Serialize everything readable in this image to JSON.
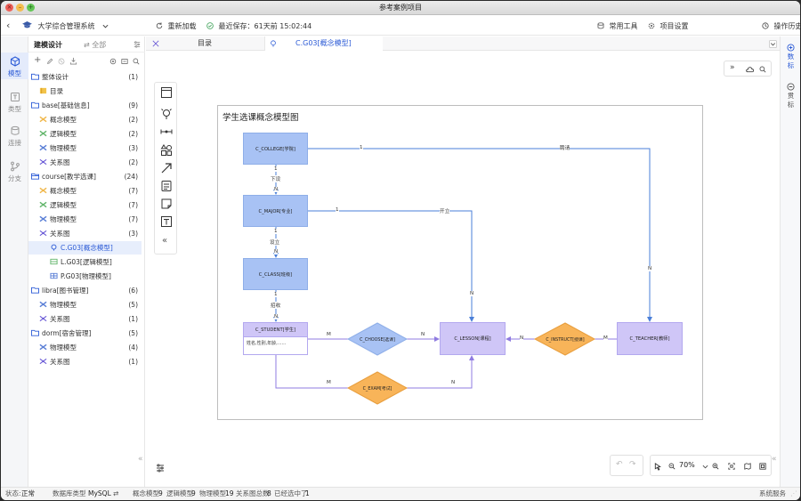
{
  "window": {
    "title": "参考案例项目"
  },
  "toolbar": {
    "app_name": "大学综合管理系统",
    "reload": "重新加载",
    "last_saved": "最近保存：61天前 15:02:44",
    "common_tools": "常用工具",
    "project_settings": "项目设置",
    "history": "操作历史"
  },
  "rail": {
    "model": "模型",
    "type": "类型",
    "connect": "连接",
    "branch": "分支"
  },
  "sidebar": {
    "title": "建模设计",
    "filter": "全部",
    "tree": [
      {
        "label": "整体设计",
        "count": "(1)"
      },
      {
        "label": "目录",
        "count": ""
      },
      {
        "label": "base[基础信息]",
        "count": "(9)"
      },
      {
        "label": "概念模型",
        "count": "(2)"
      },
      {
        "label": "逻辑模型",
        "count": "(2)"
      },
      {
        "label": "物理模型",
        "count": "(3)"
      },
      {
        "label": "关系图",
        "count": "(2)"
      },
      {
        "label": "course[教学选课]",
        "count": "(24)"
      },
      {
        "label": "概念模型",
        "count": "(7)"
      },
      {
        "label": "逻辑模型",
        "count": "(7)"
      },
      {
        "label": "物理模型",
        "count": "(7)"
      },
      {
        "label": "关系图",
        "count": "(3)"
      },
      {
        "label": "C.G03[概念模型]",
        "count": ""
      },
      {
        "label": "L.G03[逻辑模型]",
        "count": ""
      },
      {
        "label": "P.G03[物理模型]",
        "count": ""
      },
      {
        "label": "libra[图书管理]",
        "count": "(6)"
      },
      {
        "label": "物理模型",
        "count": "(5)"
      },
      {
        "label": "关系图",
        "count": "(1)"
      },
      {
        "label": "dorm[宿舍管理]",
        "count": "(5)"
      },
      {
        "label": "物理模型",
        "count": "(4)"
      },
      {
        "label": "关系图",
        "count": "(1)"
      }
    ]
  },
  "tabs": {
    "catalog": "目录",
    "active": "C.G03[概念模型]"
  },
  "rightrail": {
    "data_std": "数标",
    "consistency": "贯标"
  },
  "diagram": {
    "title": "学生选课概念模型图",
    "entities": {
      "college": "C_COLLEGE[学院]",
      "major": "C_MAJOR[专业]",
      "class": "C_CLASS[班级]",
      "student": "C_STUDENT[学生]",
      "student_attrs": "姓名,性别,年龄,......",
      "lesson": "C_LESSON[课程]",
      "teacher": "C_TEACHER[教师]"
    },
    "relations": {
      "choose": "C_CHOOSE[选课]",
      "instruct": "C_INSTRUCT[授课]",
      "exam": "C_EXAM[考试]"
    },
    "labels": {
      "employ": "聘请",
      "open": "开立",
      "subordinate": "下设",
      "establish": "设立",
      "recruit": "招收",
      "one": "1",
      "n": "N",
      "m": "M"
    }
  },
  "zoom": {
    "level": "70%"
  },
  "status": {
    "state_label": "状态:",
    "state_value": "正常",
    "db_label": "数据库类型",
    "db_value": "MySQL",
    "concept_label": "概念模型",
    "concept_count": "9",
    "logic_label": "逻辑模型",
    "logic_count": "9",
    "physical_label": "物理模型",
    "physical_count": "19",
    "relation_label": "关系图总数",
    "relation_count": "8",
    "selected_label": "已经选中了",
    "selected_count": "1",
    "system_service": "系统服务"
  },
  "colors": {
    "accent": "#2c5bd6",
    "entity_blue": "#a8c2f4",
    "entity_purple": "#cfc6f7",
    "relation_orange": "#f8b459",
    "edge_blue": "#4a7fd8",
    "edge_purple": "#8f7be0"
  }
}
